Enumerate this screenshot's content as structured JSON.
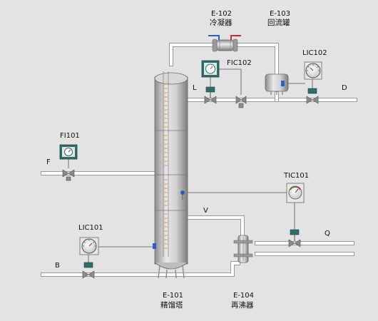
{
  "equipment": {
    "condenser": {
      "tag": "E-102",
      "name": "冷凝器"
    },
    "reflux_drum": {
      "tag": "E-103",
      "name": "回流罐"
    },
    "column": {
      "tag": "E-101",
      "name": "精馏塔"
    },
    "reboiler": {
      "tag": "E-104",
      "name": "再沸器"
    }
  },
  "instruments": {
    "fic102": "FIC102",
    "lic102": "LIC102",
    "fi101": "FI101",
    "tic101": "TIC101",
    "lic101": "LIC101"
  },
  "streams": {
    "reflux": "L",
    "distillate": "D",
    "feed": "F",
    "vapor": "V",
    "heat": "Q",
    "bottoms": "B"
  },
  "colors": {
    "background": "#e3e3e3",
    "pipe": "#ffffff",
    "pipe_outline": "#9a9a9a",
    "vessel_steel": "#b8b8b8",
    "tray_marks": "#d7a23a",
    "instrument_panel": "#2f6d6a",
    "level_sensor": "#2b5fd0",
    "cooling_water_in": "#2b5fd0",
    "cooling_water_out": "#d02b2b"
  }
}
